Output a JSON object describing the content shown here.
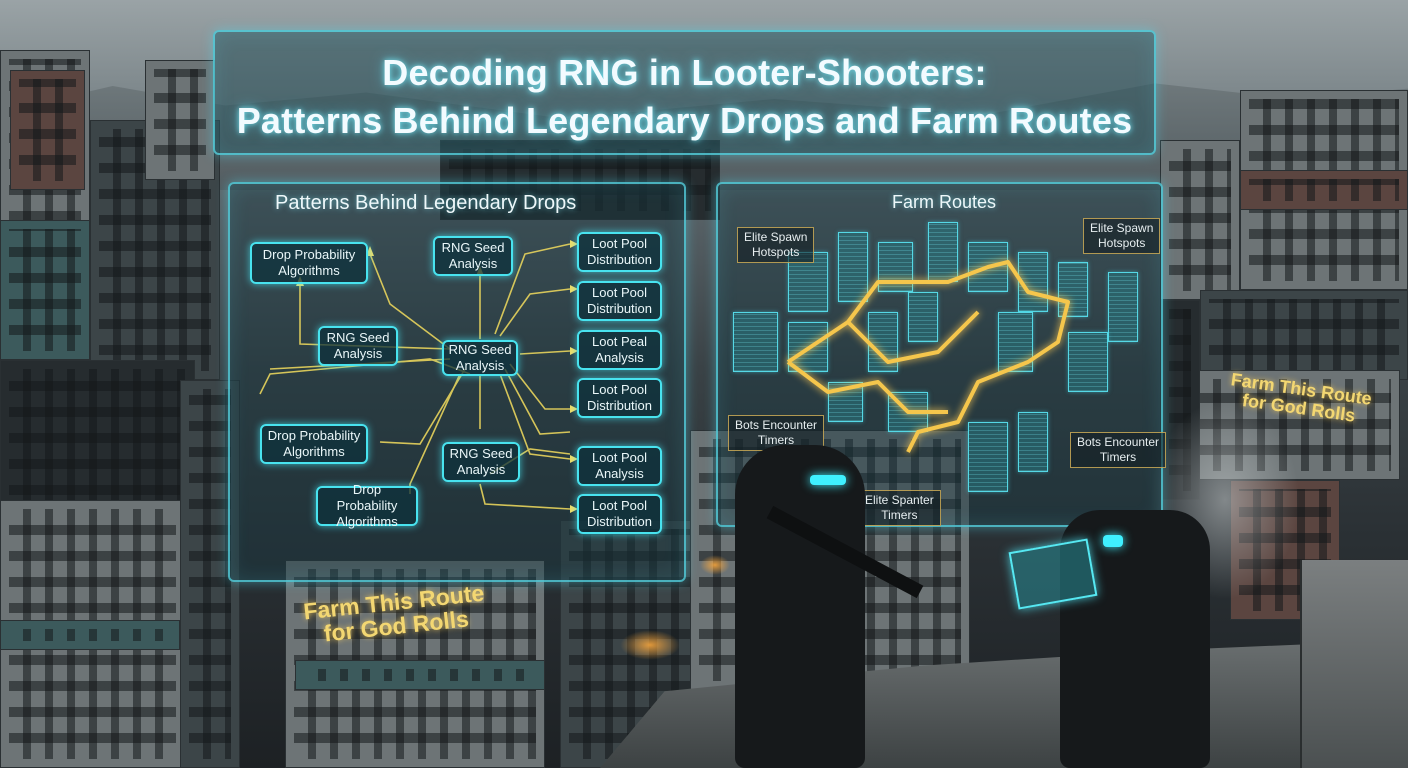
{
  "title": {
    "line1": "Decoding RNG in Looter-Shooters:",
    "line2": "Patterns Behind Legendary Drops and Farm Routes"
  },
  "drops_panel": {
    "heading": "Patterns Behind Legendary Drops",
    "nodes": [
      {
        "id": "drop-prob-1",
        "line1": "Drop Probability",
        "line2": "Algorithms"
      },
      {
        "id": "rng-seed-top",
        "line1": "RNG Seed",
        "line2": "Analysis"
      },
      {
        "id": "loot-pool-1",
        "line1": "Loot Pool",
        "line2": "Distribution"
      },
      {
        "id": "loot-pool-2",
        "line1": "Loot Pool",
        "line2": "Distribution"
      },
      {
        "id": "rng-seed-left",
        "line1": "RNG Seed",
        "line2": "Analysis"
      },
      {
        "id": "rng-seed-center",
        "line1": "RNG Seed",
        "line2": "Analysis"
      },
      {
        "id": "loot-pool-3",
        "line1": "Loot Peal",
        "line2": "Analysis"
      },
      {
        "id": "loot-pool-4",
        "line1": "Loot Pool",
        "line2": "Distribution"
      },
      {
        "id": "drop-prob-2",
        "line1": "Drop Probability",
        "line2": "Algorithms"
      },
      {
        "id": "rng-seed-lower",
        "line1": "RNG Seed",
        "line2": "Analysis"
      },
      {
        "id": "loot-pool-5",
        "line1": "Loot Pool",
        "line2": "Analysis"
      },
      {
        "id": "drop-prob-3",
        "line1": "Drop Probability",
        "line2": "Algorithms"
      },
      {
        "id": "loot-pool-6",
        "line1": "Loot Pool",
        "line2": "Distribution"
      }
    ]
  },
  "routes_panel": {
    "heading": "Farm Routes",
    "callouts": [
      {
        "id": "elite-spawn-left",
        "line1": "Elite Spawn",
        "line2": "Hotspots"
      },
      {
        "id": "elite-spawn-right",
        "line1": "Elite Spawn",
        "line2": "Hotspots"
      },
      {
        "id": "boss-timers-left",
        "line1": "Bots Encounter",
        "line2": "Timers"
      },
      {
        "id": "boss-timers-right",
        "line1": "Bots Encounter",
        "line2": "Timers"
      },
      {
        "id": "elite-spawner",
        "line1": "Elite Spanter",
        "line2": "Timers"
      }
    ]
  },
  "signs": {
    "left": {
      "line1": "Farm This Route",
      "line2": "for God Rolls"
    },
    "right": {
      "line1": "Farm This Route",
      "line2": "for God Rolls"
    }
  },
  "colors": {
    "hud_cyan": "#48e3ef",
    "route_gold": "#f0c24a",
    "sign_yellow": "#f3d772"
  }
}
